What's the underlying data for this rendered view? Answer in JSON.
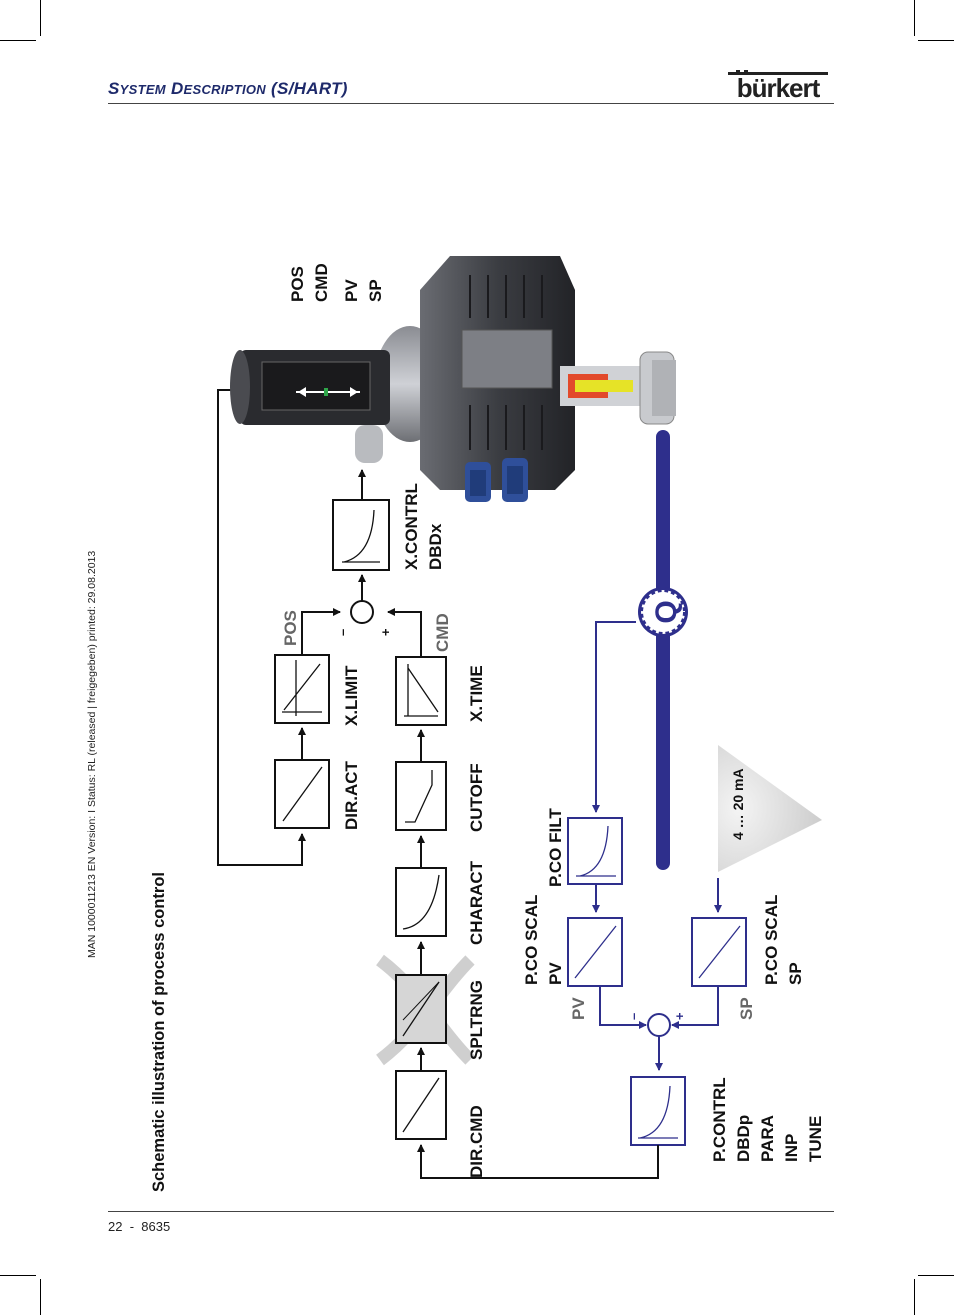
{
  "header": {
    "title_part1_initial": "S",
    "title_part1_rest": "YSTEM",
    "title_part2_initial": "D",
    "title_part2_rest": "ESCRIPTION",
    "title_suffix": "(S/HART)",
    "brand": "bürkert"
  },
  "side_meta": "MAN 1000011213 EN Version: I Status: RL (released | freigegeben) printed: 29.08.2013",
  "schematic": {
    "title": "Schematic illustration of process control",
    "position_chain": [
      "DIR.CMD",
      "SPLTRNG",
      "CHARACT",
      "CUTOFF",
      "X.TIME",
      "CMD"
    ],
    "feedback_chain": [
      "DIR.ACT",
      "X.LIMIT",
      "POS"
    ],
    "controller": [
      "X.CONTRL",
      "DBDx"
    ],
    "device_values": [
      "POS",
      "CMD",
      "PV",
      "SP"
    ],
    "sum_minus": "–",
    "sum_plus": "+",
    "pv_scal": [
      "P.CO SCAL",
      "PV"
    ],
    "pv_filt": "P.CO FILT",
    "sp_scal": [
      "P.CO SCAL",
      "SP"
    ],
    "pv_port": "PV",
    "sp_port": "SP",
    "signal_range": "4 … 20 mA",
    "process_controller": [
      "P.CONTRL",
      "DBDp",
      "PARA",
      "INP",
      "TUNE"
    ],
    "flow_symbol": "Q"
  },
  "footer": {
    "page": "22",
    "separator": "-",
    "model": "8635"
  },
  "colors": {
    "header_blue": "#1e2a6b",
    "process_blue": "#2e2f8c",
    "black": "#111111",
    "grey_triangle": "#d8d8d8"
  }
}
